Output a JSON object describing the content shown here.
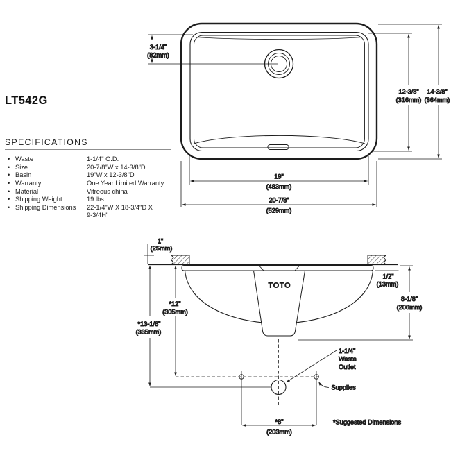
{
  "product": {
    "model": "LT542G"
  },
  "specifications": {
    "heading": "SPECIFICATIONS",
    "rows": [
      {
        "label": "Waste",
        "value": "1-1/4\" O.D."
      },
      {
        "label": "Size",
        "value": "20-7/8\"W x 14-3/8\"D"
      },
      {
        "label": "Basin",
        "value": "19\"W x 12-3/8\"D"
      },
      {
        "label": "Warranty",
        "value": "One Year Limited Warranty"
      },
      {
        "label": "Material",
        "value": "Vitreous china"
      },
      {
        "label": "Shipping Weight",
        "value": "19 lbs."
      },
      {
        "label": "Shipping Dimensions",
        "value": "22-1/4\"W X 18-3/4\"D X",
        "value2": "9-3/4H\""
      }
    ]
  },
  "top_view": {
    "dims": {
      "hole_offset": {
        "in": "3-1/4\"",
        "mm": "(82mm)"
      },
      "basin_depth": {
        "in": "12-3/8\"",
        "mm": "(316mm)"
      },
      "overall_depth": {
        "in": "14-3/8\"",
        "mm": "(364mm)"
      },
      "basin_width": {
        "in": "19\"",
        "mm": "(483mm)"
      },
      "overall_width": {
        "in": "20-7/8\"",
        "mm": "(529mm)"
      }
    }
  },
  "section_view": {
    "brand": "TOTO",
    "dims": {
      "counter_thickness": {
        "in": "1\"",
        "mm": "(25mm)"
      },
      "rim_lip": {
        "in": "1/2\"",
        "mm": "(13mm)"
      },
      "bowl_depth": {
        "in": "8-1/8\"",
        "mm": "(206mm)"
      },
      "supplies_height": {
        "in": "*12\"",
        "mm": "(305mm)"
      },
      "outlet_height": {
        "in": "*13-1/8\"",
        "mm": "(335mm)"
      },
      "supplies_spread": {
        "in": "*8\"",
        "mm": "(203mm)"
      }
    },
    "labels": {
      "waste_outlet_1": "1-1/4\"",
      "waste_outlet_2": "Waste",
      "waste_outlet_3": "Outlet",
      "supplies": "Supplies",
      "suggested": "*Suggested Dimensions"
    }
  },
  "colors": {
    "line": "#1d1d1d",
    "rule": "#8f8f8f",
    "text": "#151515",
    "background": "#ffffff"
  }
}
